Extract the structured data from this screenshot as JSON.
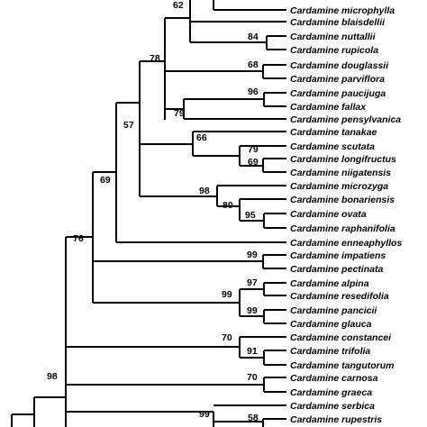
{
  "taxa": [
    "Cardamine microphylla",
    "Cardamine blaisdellii",
    "Cardamine nuttallii",
    "Cardamine rupicola",
    "Cardamine douglassii",
    "Cardamine parviflora",
    "Cardamine paucijuga",
    "Cardamine fallax",
    "Cardamine pensylvanica",
    "Cardamine tanakae",
    "Cardamine scutata",
    "Cardamine longifructus",
    "Cardamine niigatensis",
    "Cardamine microzyga",
    "Cardamine bonariensis",
    "Cardamine ovata",
    "Cardamine raphanifolia",
    "Cardamine enneaphyllos",
    "Cardamine impatiens",
    "Cardamine pectinata",
    "Cardamine alpina",
    "Cardamine resedifolia",
    "Cardamine pancicii",
    "Cardamine glauca",
    "Cardamine constancei",
    "Cardamine trifolia",
    "Cardamine tangutorum",
    "Cardamine carnosa",
    "Cardamine graeca",
    "Cardamine serbica",
    "Cardamine rupestris"
  ],
  "support_values": [
    "62",
    "84",
    "68",
    "78",
    "96",
    "79",
    "79",
    "69",
    "66",
    "57",
    "98",
    "80",
    "95",
    "69",
    "99",
    "76",
    "97",
    "99",
    "99",
    "70",
    "91",
    "70",
    "99",
    "58",
    "98"
  ]
}
